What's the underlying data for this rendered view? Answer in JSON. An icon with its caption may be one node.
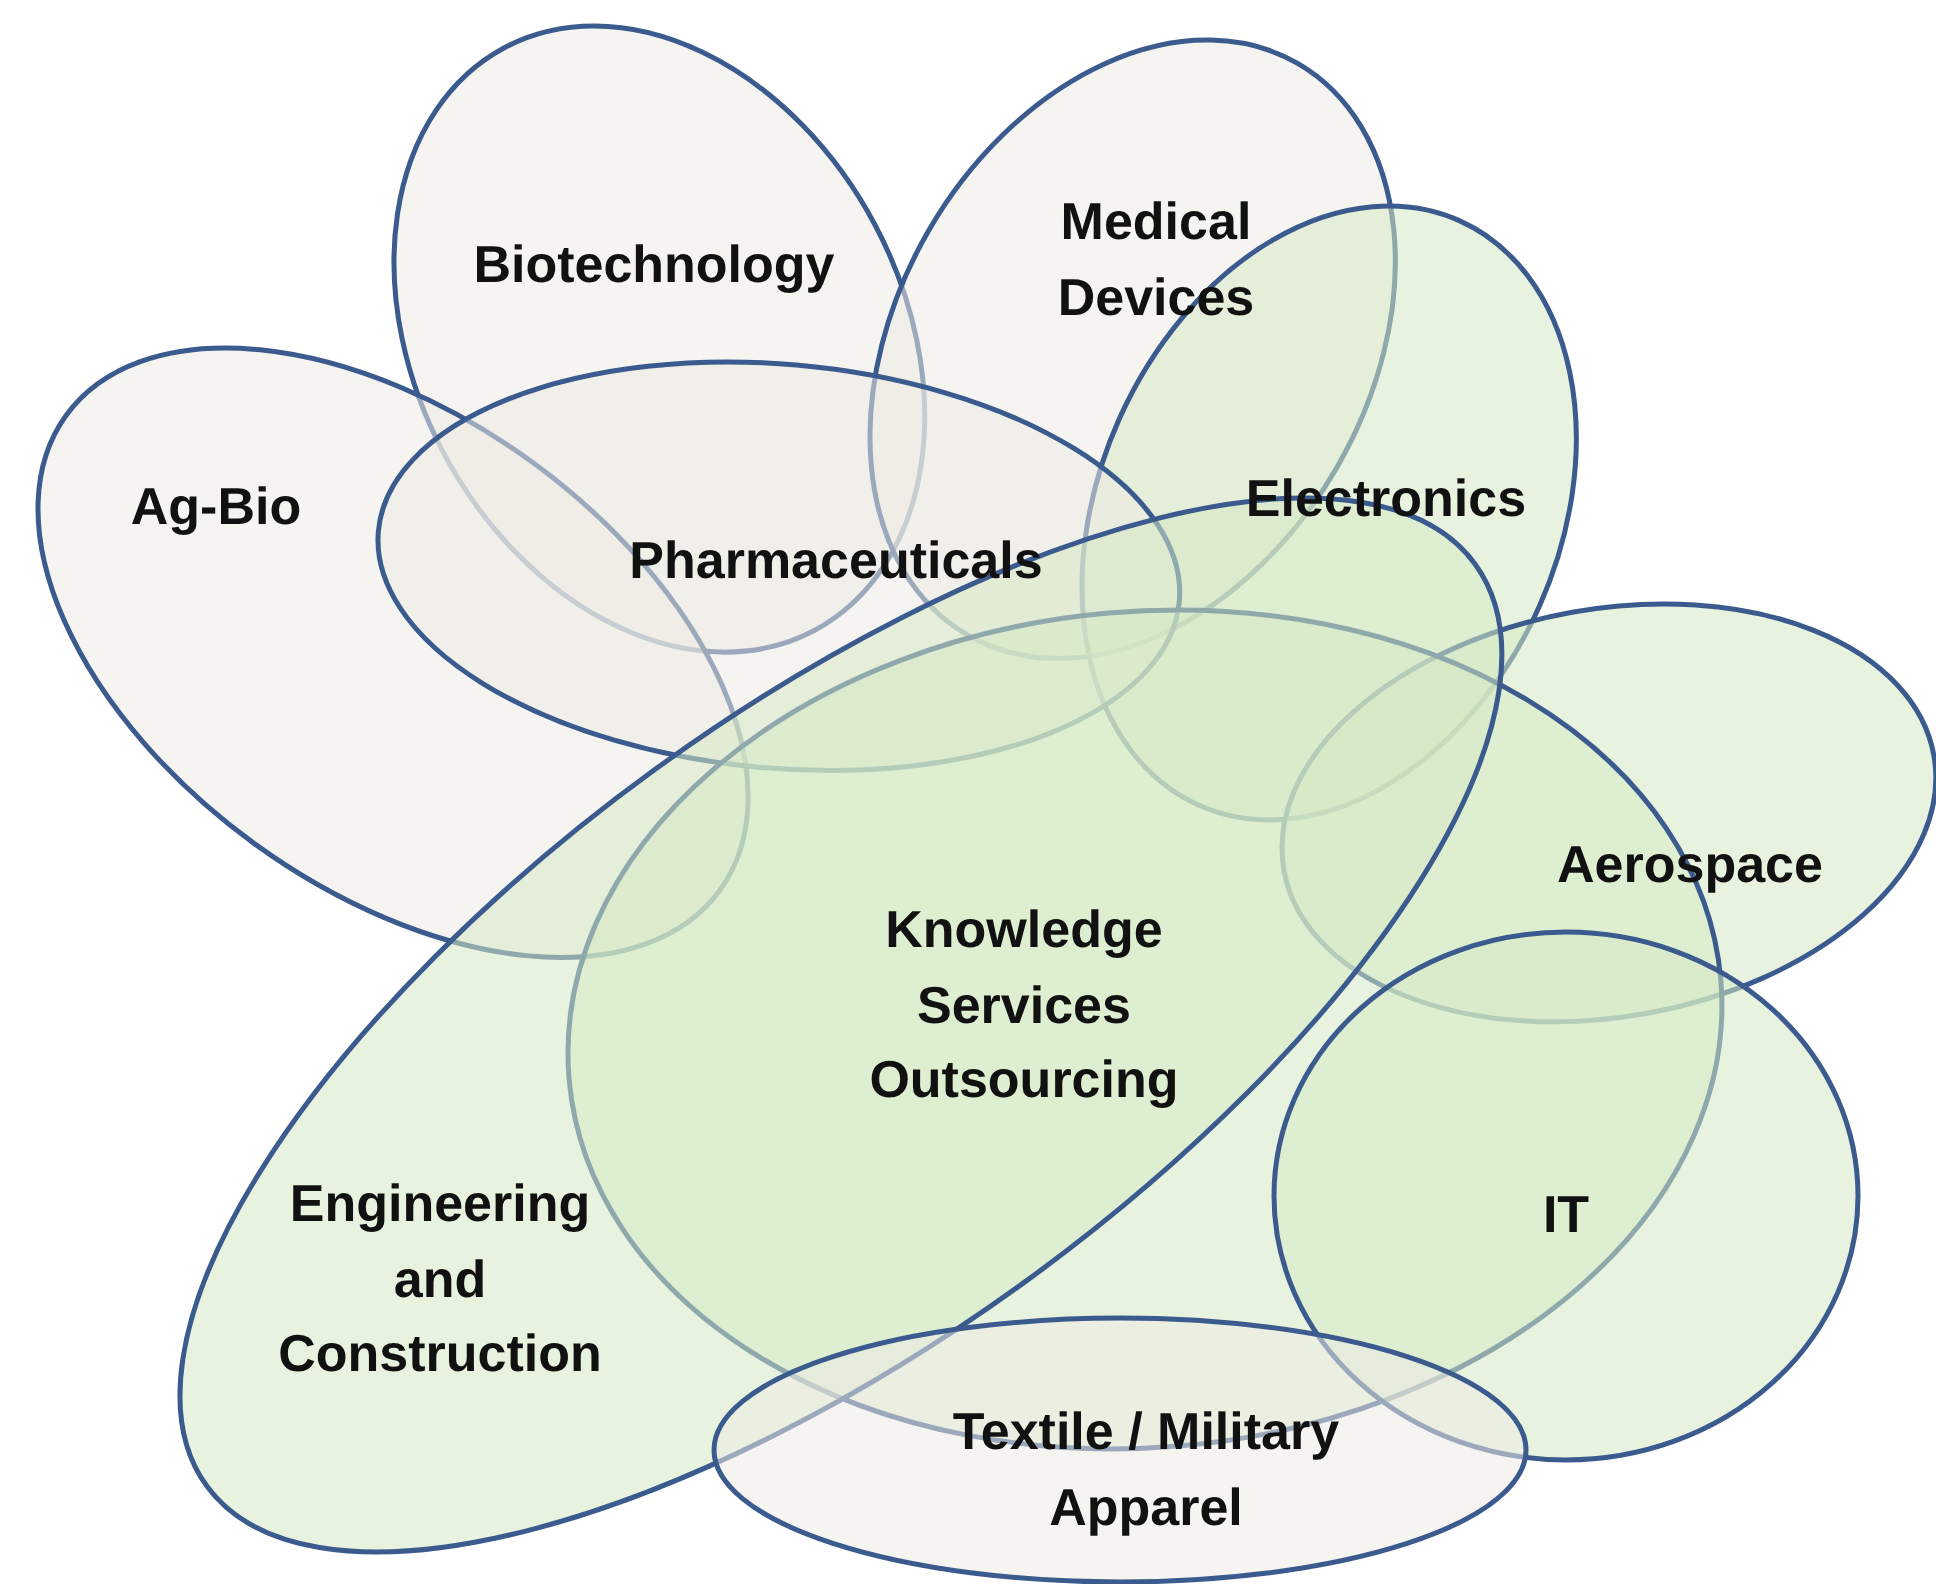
{
  "diagram": {
    "nodes": [
      {
        "text": [
          "Biotechnology"
        ]
      },
      {
        "text": [
          "Medical Devices"
        ]
      },
      {
        "text": [
          "Ag-Bio"
        ]
      },
      {
        "text": [
          "Electronics"
        ]
      },
      {
        "text": [
          "Pharmaceuticals"
        ]
      },
      {
        "text": [
          "Aerospace"
        ]
      },
      {
        "text": [
          "Knowledge Services Outsourcing"
        ]
      },
      {
        "text": [
          "IT"
        ]
      },
      {
        "text": [
          "Engineering and Construction"
        ]
      },
      {
        "text": [
          "Textile / Military Apparel"
        ]
      }
    ]
  }
}
